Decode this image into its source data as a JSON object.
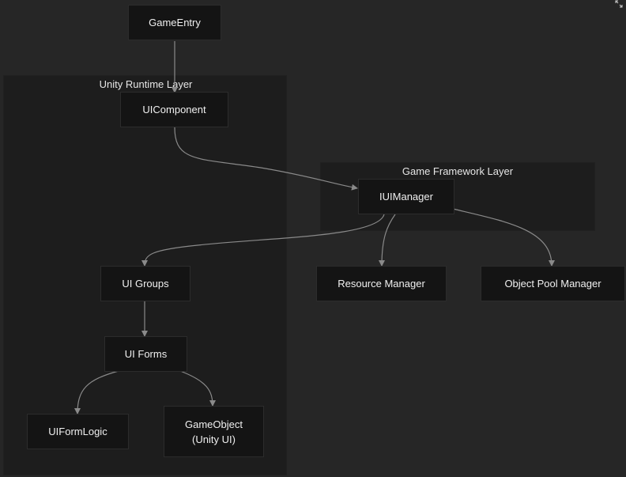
{
  "clusters": {
    "runtime": {
      "label": "Unity Runtime Layer"
    },
    "framework": {
      "label": "Game Framework Layer"
    }
  },
  "nodes": {
    "game_entry": {
      "label": "GameEntry"
    },
    "ui_component": {
      "label": "UIComponent"
    },
    "iui_manager": {
      "label": "IUIManager"
    },
    "ui_groups": {
      "label": "UI Groups"
    },
    "resource_manager": {
      "label": "Resource Manager"
    },
    "object_pool_manager": {
      "label": "Object Pool Manager"
    },
    "ui_forms": {
      "label": "UI Forms"
    },
    "ui_form_logic": {
      "label": "UIFormLogic"
    },
    "game_object": {
      "line1": "GameObject",
      "line2": "(Unity UI)"
    }
  },
  "icons": {
    "corner": "expand-icon"
  },
  "colors": {
    "background": "#262626",
    "cluster": "#1d1d1d",
    "node": "#141414",
    "edge": "#8a8a8a",
    "text": "#f0f0f0"
  }
}
